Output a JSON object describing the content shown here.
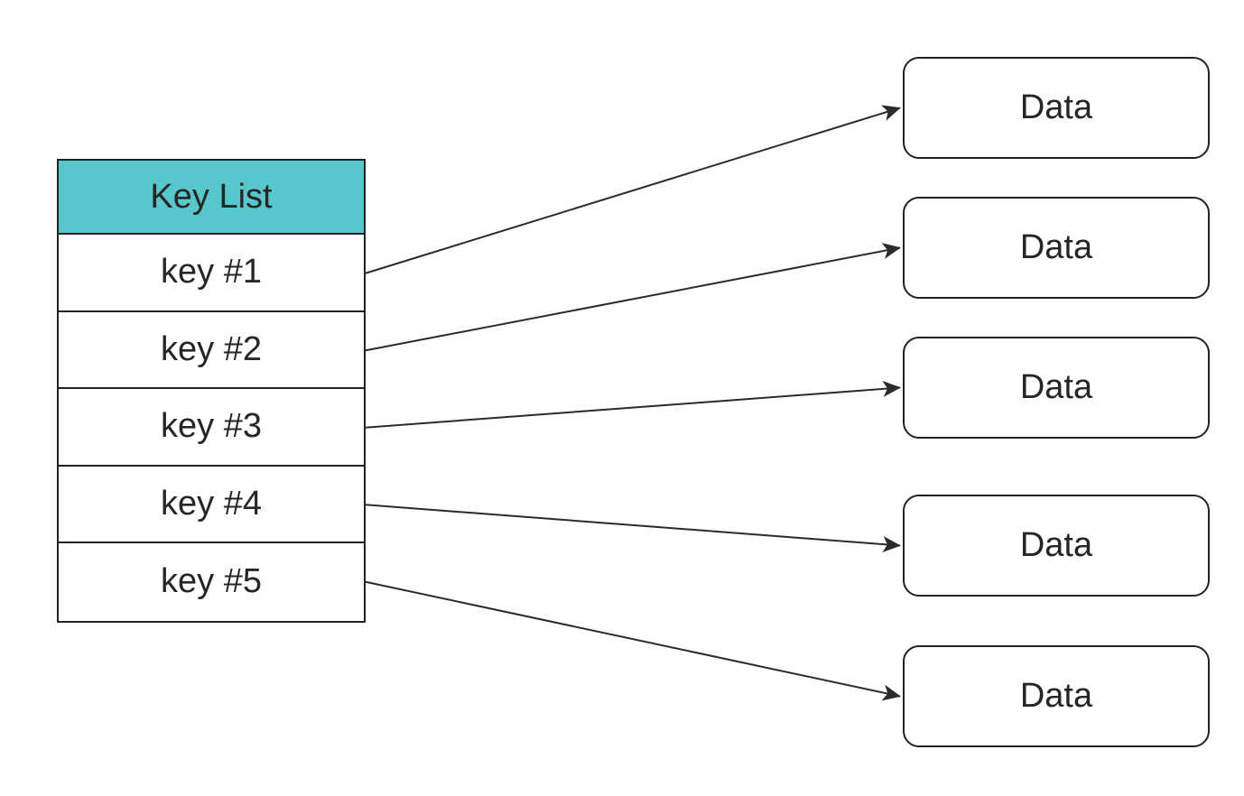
{
  "key_list": {
    "header": "Key List",
    "keys": [
      "key #1",
      "key #2",
      "key #3",
      "key #4",
      "key #5"
    ]
  },
  "data_nodes": [
    {
      "label": "Data"
    },
    {
      "label": "Data"
    },
    {
      "label": "Data"
    },
    {
      "label": "Data"
    },
    {
      "label": "Data"
    }
  ],
  "connections": [
    {
      "from_key": 0,
      "to_data": 0
    },
    {
      "from_key": 1,
      "to_data": 1
    },
    {
      "from_key": 2,
      "to_data": 2
    },
    {
      "from_key": 3,
      "to_data": 3
    },
    {
      "from_key": 4,
      "to_data": 4
    }
  ],
  "colors": {
    "background": "#ffffff",
    "header_fill": "#57C7CB",
    "border": "#222222",
    "arrow": "#2b2b2b",
    "text": "#262626"
  }
}
